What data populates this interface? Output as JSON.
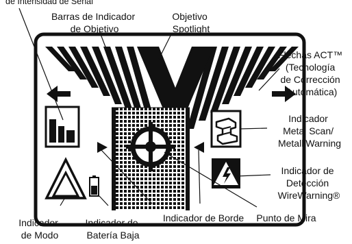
{
  "labels": {
    "top_clipped": "de Intensidad de Señal",
    "target_bars": [
      "Barras de Indicador",
      "de Objetivo"
    ],
    "spotlight": [
      "Objetivo",
      "Spotlight"
    ],
    "act_arrows": [
      "Flechas ACT™",
      "(Tecnología",
      "de Corrección",
      "Automática)"
    ],
    "metal_scan": [
      "Indicador",
      "Metal Scan/",
      "MetalliWarning"
    ],
    "wire_warning": [
      "Indicador de",
      "Detección",
      "WireWarning®"
    ],
    "mode": [
      "Indicador",
      "de Modo"
    ],
    "battery": [
      "Indicador de",
      "Batería Baja"
    ],
    "edge": "Indicador de Borde",
    "crosshair": "Punto de Mira"
  },
  "icons": {
    "signal_strength": "signal-bars-icon",
    "metal_scan": "i-beam-icon",
    "wire_warning": "lightning-icon",
    "mode": "double-triangle-icon",
    "battery": "battery-icon",
    "crosshair": "crosshair-icon"
  },
  "colors": {
    "ink": "#111111",
    "background": "#ffffff"
  }
}
